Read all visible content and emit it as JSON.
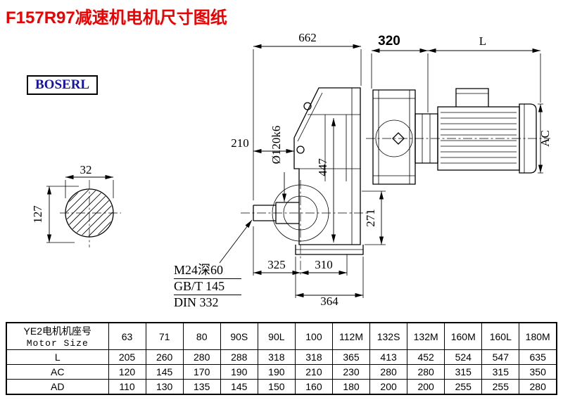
{
  "title": "F157R97减速机电机尺寸图纸",
  "logo": "BOSERL",
  "colors": {
    "title": "#ee0000",
    "logo_text": "#1414aa"
  },
  "drawing": {
    "dims": {
      "overall_width": "662",
      "gearbox_depth": "320",
      "motor_length": "L",
      "shaft_end_width": "32",
      "shaft_end_height": "127",
      "shaft_length": "210",
      "shaft_diameter": "Ø120k6",
      "body_height": "447",
      "output_offset": "271",
      "dim_325": "325",
      "dim_310": "310",
      "base_width": "364",
      "motor_height": "AC"
    },
    "notes": [
      "M24深60",
      "GB/T 145",
      "DIN 332"
    ]
  },
  "table": {
    "header_cn": "YE2电机机座号",
    "header_en": "Motor Size",
    "sizes": [
      "63",
      "71",
      "80",
      "90S",
      "90L",
      "100",
      "112M",
      "132S",
      "132M",
      "160M",
      "160L",
      "180M"
    ],
    "rows": [
      {
        "label": "L",
        "values": [
          "205",
          "260",
          "280",
          "288",
          "318",
          "318",
          "365",
          "413",
          "452",
          "524",
          "547",
          "635"
        ]
      },
      {
        "label": "AC",
        "values": [
          "120",
          "145",
          "170",
          "190",
          "190",
          "210",
          "230",
          "280",
          "280",
          "315",
          "315",
          "350"
        ]
      },
      {
        "label": "AD",
        "values": [
          "110",
          "130",
          "135",
          "145",
          "150",
          "160",
          "180",
          "200",
          "200",
          "255",
          "255",
          "280"
        ]
      }
    ]
  }
}
